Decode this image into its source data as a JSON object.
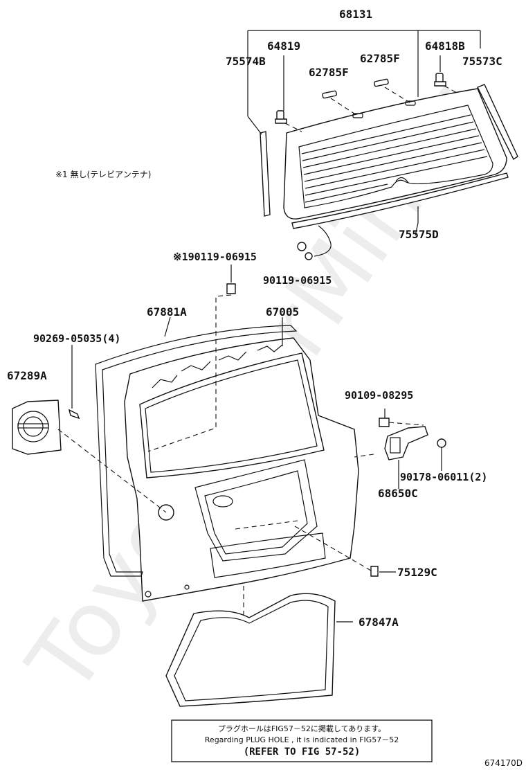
{
  "labels": {
    "p68131": "68131",
    "p64819": "64819",
    "p64818B": "64818B",
    "p75574B": "75574B",
    "p75573C": "75573C",
    "p62785F_a": "62785F",
    "p62785F_b": "62785F",
    "p75575D": "75575D",
    "p90119_star": "※190119-06915",
    "p90119": "90119-06915",
    "p67881A": "67881A",
    "p67005": "67005",
    "p90269": "90269-05035(4)",
    "p67289A": "67289A",
    "p90109": "90109-08295",
    "p90178": "90178-06011(2)",
    "p68650C": "68650C",
    "p75129C": "75129C",
    "p67847A": "67847A"
  },
  "note_antenna": "※1 無し(テレビアンテナ)",
  "ref_box": {
    "line_jp": "プラグホールはFIG57－52に掲載してあります。",
    "line_en": "Regarding PLUG HOLE , it is indicated in FIG57－52",
    "line_ref": "(REFER TO FIG 57-52)"
  },
  "figure_id": "674170D",
  "watermark": "ToyotaCarMirror"
}
